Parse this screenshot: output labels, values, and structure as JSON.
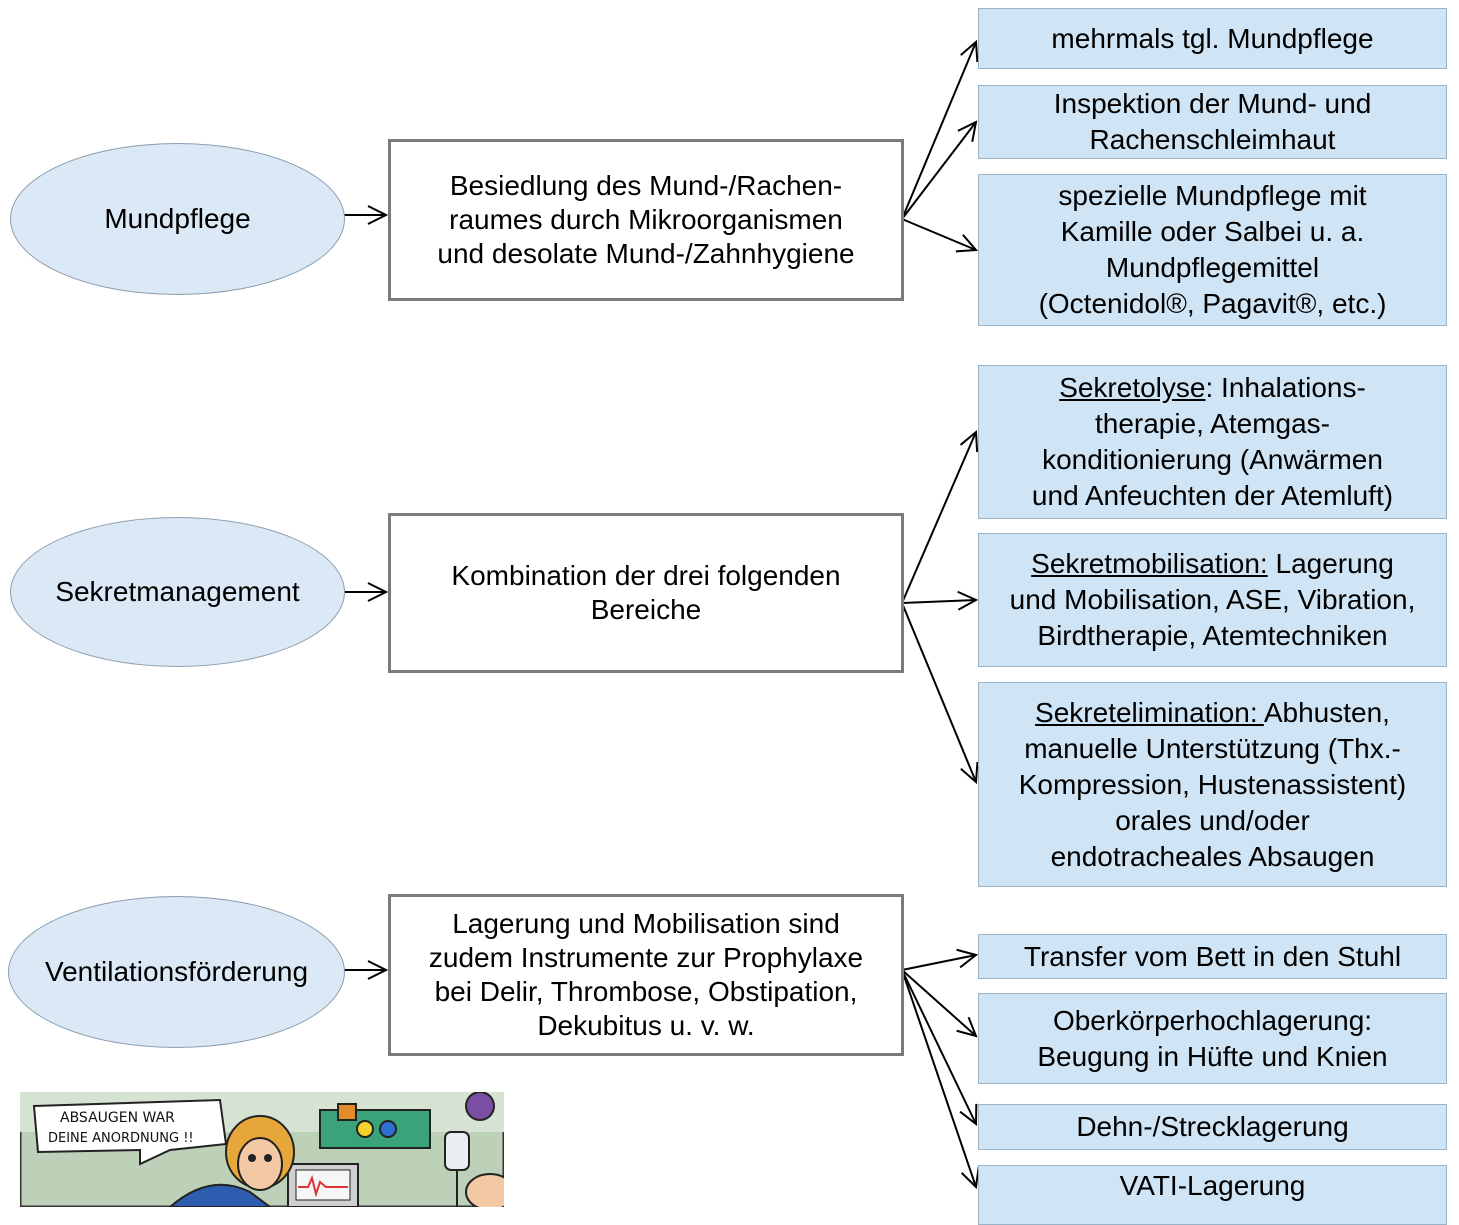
{
  "topics": [
    {
      "label": "Mundpflege"
    },
    {
      "label": "Sekretmanagement"
    },
    {
      "label": "Ventilationsförderung"
    }
  ],
  "descriptions": [
    {
      "lines": [
        "Besiedlung des Mund-/Rachen-",
        "raumes durch Mikroorganismen",
        "und desolate Mund-/Zahnhygiene"
      ]
    },
    {
      "lines": [
        "Kombination der drei folgenden",
        "Bereiche"
      ]
    },
    {
      "lines": [
        "Lagerung und Mobilisation sind",
        "zudem Instrumente zur Prophylaxe",
        "bei Delir, Thrombose, Obstipation,",
        "Dekubitus u. v. w."
      ]
    }
  ],
  "measures": {
    "mundpflege": [
      {
        "lines": [
          "mehrmals tgl. Mundpflege"
        ]
      },
      {
        "lines": [
          "Inspektion der Mund- und",
          "Rachenschleimhaut"
        ]
      },
      {
        "lines": [
          "spezielle Mundpflege mit",
          "Kamille oder Salbei u. a.",
          "Mundpflegemittel",
          "(Octenidol®, Pagavit®, etc.)"
        ]
      }
    ],
    "sekretmanagement": [
      {
        "term": "Sekretolyse",
        "term_suffix": ": Inhalations-",
        "lines": [
          "therapie, Atemgas-",
          "konditionierung (Anwärmen",
          "und Anfeuchten der Atemluft)"
        ]
      },
      {
        "term": "Sekretmobilisation:",
        "term_suffix": " Lagerung",
        "lines": [
          "und Mobilisation, ASE, Vibration,",
          "Birdtherapie, Atemtechniken"
        ]
      },
      {
        "term": "Sekretelimination: ",
        "term_suffix": "Abhusten,",
        "lines": [
          "manuelle Unterstützung (Thx.-",
          "Kompression, Hustenassistent)",
          "orales und/oder",
          "endotracheales Absaugen"
        ]
      }
    ],
    "ventilation": [
      {
        "lines": [
          "Transfer vom Bett in den Stuhl"
        ]
      },
      {
        "lines": [
          "Oberkörperhochlagerung:",
          "Beugung in Hüfte und Knien"
        ]
      },
      {
        "lines": [
          "Dehn-/Strecklagerung"
        ]
      },
      {
        "lines": [
          "VATI-Lagerung"
        ]
      }
    ]
  },
  "cartoon": {
    "speech_lines": [
      "ABSAUGEN WAR",
      "DEINE ANORDNUNG !!"
    ]
  },
  "colors": {
    "ellipse_fill": "#dbe9f6",
    "leaf_fill": "#cfe4f4",
    "box_border": "#7a7a7a"
  }
}
